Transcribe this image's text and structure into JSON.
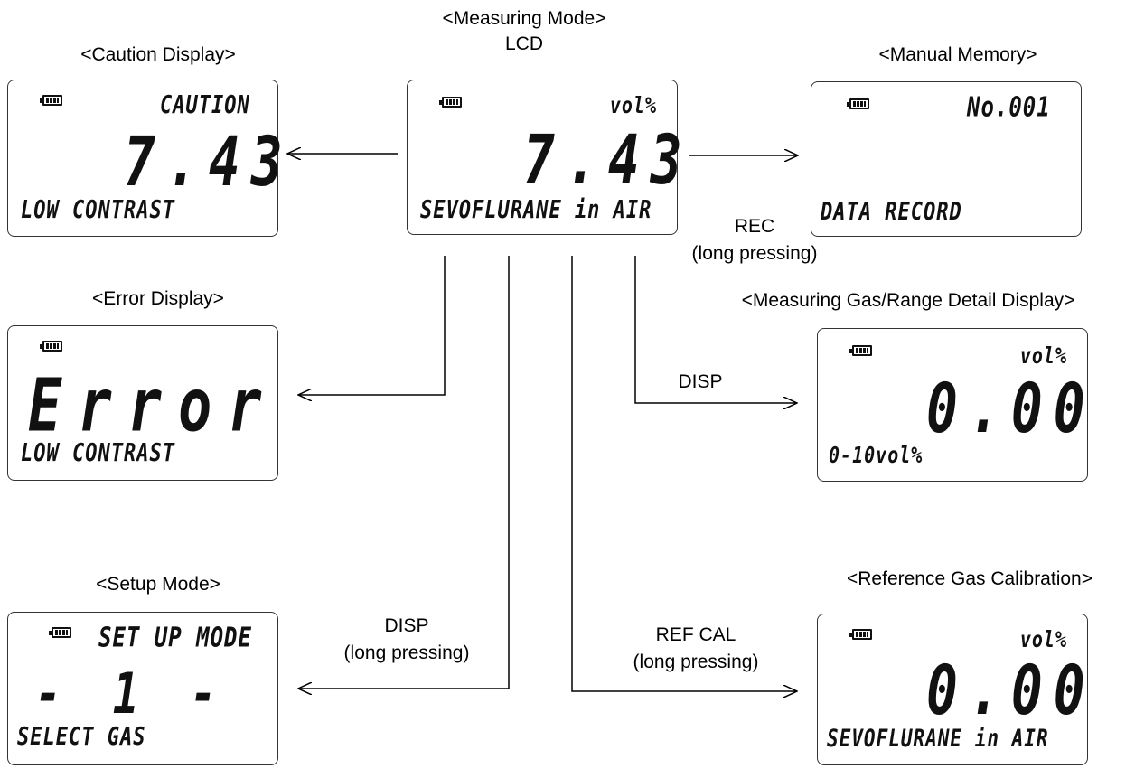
{
  "labels": {
    "measuring_mode": "<Measuring Mode>",
    "lcd": "LCD",
    "caution_display": "<Caution Display>",
    "manual_memory": "<Manual Memory>",
    "error_display": "<Error Display>",
    "detail_display": "<Measuring Gas/Range Detail Display>",
    "setup_mode": "<Setup Mode>",
    "reference_gas_cal": "<Reference Gas Calibration>"
  },
  "transitions": {
    "rec": "REC",
    "rec_long": "(long pressing)",
    "disp": "DISP",
    "disp_long_1": "DISP",
    "disp_long_2": "(long pressing)",
    "refcal_1": "REF CAL",
    "refcal_2": "(long pressing)"
  },
  "screens": {
    "measuring": {
      "unit": "vol%",
      "value": "7.43",
      "bottom": "SEVOFLURANE in AIR"
    },
    "caution": {
      "top": "CAUTION",
      "value": "7.43",
      "bottom": "LOW CONTRAST"
    },
    "manual_memory": {
      "top": "No.001",
      "bottom": "DATA RECORD"
    },
    "error": {
      "value": "Error",
      "bottom": "LOW CONTRAST"
    },
    "detail": {
      "unit": "vol%",
      "value": "0.00",
      "bottom": "0-10vol%"
    },
    "setup": {
      "top": "SET UP MODE",
      "value": "- 1 -",
      "bottom": "SELECT GAS"
    },
    "refcal": {
      "unit": "vol%",
      "value": "0.00",
      "bottom": "SEVOFLURANE in AIR"
    }
  }
}
